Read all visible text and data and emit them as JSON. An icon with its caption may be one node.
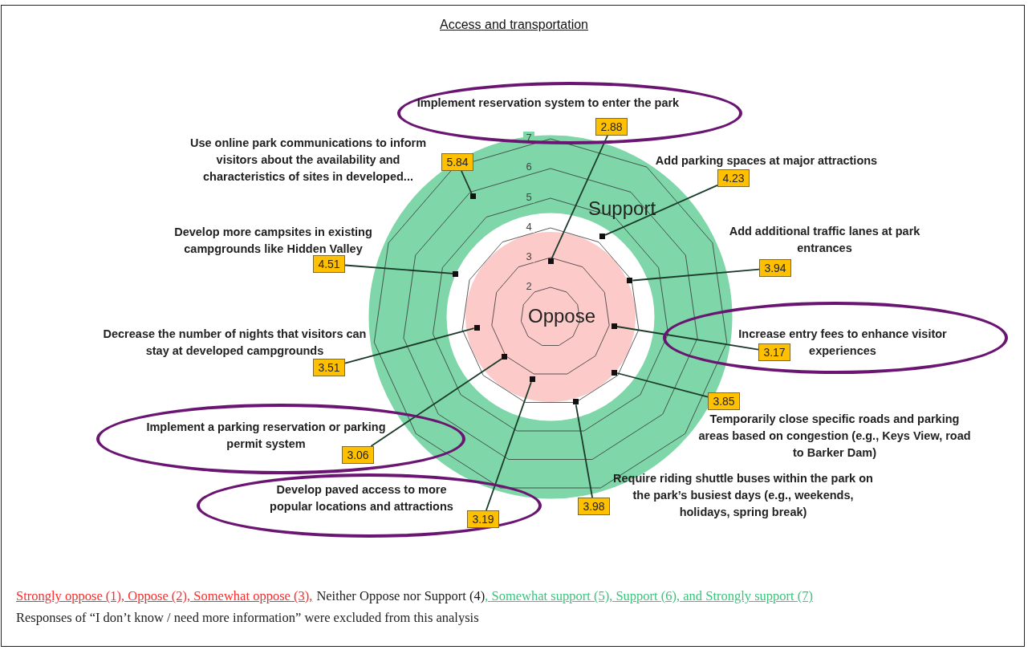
{
  "diagram": {
    "title": "Access and transportation",
    "caption": "Responses of “I don’t know / need more information” were excluded from this analysis",
    "nodes": [
      {
        "text": [],
        "shape": "ellipse"
      },
      {
        "text": [
          "Implement reservation system to enter the park"
        ],
        "in": 0
      },
      {
        "text": [
          "2.88"
        ],
        "in": 0
      },
      {
        "text": [],
        "shape": "box"
      },
      {
        "text": [
          "Add parking spaces at major attractions"
        ]
      },
      {
        "text": [
          "4.23"
        ]
      },
      {
        "text": [],
        "shape": "box"
      },
      {
        "text": [
          "Add additional traffic lanes at park entrances"
        ]
      },
      {
        "text": [
          "3.94"
        ]
      },
      {
        "text": [],
        "shape": "box"
      },
      {
        "text": [],
        "shape": "ellipse"
      },
      {
        "text": [
          "Increase entry fees to enhance visitor experiences"
        ],
        "in": 10
      },
      {
        "text": [
          "3.17"
        ],
        "in": 10
      },
      {
        "text": [],
        "shape": "box"
      },
      {
        "text": [
          "Temporarily close specific roads and parking areas based on congestion (e.g., Keys View, road to Barker Dam)"
        ]
      },
      {
        "text": [
          "3.85"
        ]
      },
      {
        "text": [],
        "shape": "box"
      },
      {
        "text": [
          "Require riding shuttle buses within the park on the park’s busiest days (e.g., weekends, holidays, spring break)"
        ]
      },
      {
        "text": [
          "3.98"
        ]
      },
      {
        "text": [],
        "shape": "box"
      },
      {
        "text": [],
        "shape": "ellipse"
      },
      {
        "text": [
          "Develop paved access to more popular locations and attractions"
        ],
        "in": 20
      },
      {
        "text": [
          "3.19"
        ],
        "in": 20
      },
      {
        "text": [],
        "shape": "box"
      },
      {
        "text": [],
        "shape": "ellipse"
      },
      {
        "text": [
          "Implement a parking reservation or parking permit system"
        ],
        "in": 24
      },
      {
        "text": [
          "3.06"
        ],
        "in": 24
      },
      {
        "text": [],
        "shape": "box"
      },
      {
        "text": [
          "Decrease the number of nights that visitors can stay at developed campgrounds"
        ]
      },
      {
        "text": [
          "3.51"
        ]
      },
      {
        "text": [],
        "shape": "box"
      },
      {
        "text": [
          "Develop more campsites in existing campgrounds like Hidden Valley"
        ]
      },
      {
        "text": [
          "4.51"
        ]
      },
      {
        "text": [],
        "shape": "box"
      },
      {
        "text": [
          "Use online park communications to inform visitors about the availability and characteristics of sites in developed..."
        ]
      },
      {
        "text": [
          "5.84"
        ]
      },
      {
        "text": [],
        "shape": "box"
      }
    ],
    "edges": [
      {
        "from": 2,
        "to": 3,
        "arrow": "none"
      },
      {
        "from": 5,
        "to": 6,
        "arrow": "none"
      },
      {
        "from": 8,
        "to": 9,
        "arrow": "none"
      },
      {
        "from": 12,
        "to": 13,
        "arrow": "none"
      },
      {
        "from": 15,
        "to": 16,
        "arrow": "none"
      },
      {
        "from": 18,
        "to": 19,
        "arrow": "none"
      },
      {
        "from": 22,
        "to": 23,
        "arrow": "none"
      },
      {
        "from": 26,
        "to": 27,
        "arrow": "none"
      },
      {
        "from": 29,
        "to": 30,
        "arrow": "none"
      },
      {
        "from": 32,
        "to": 33,
        "arrow": "none"
      },
      {
        "from": 35,
        "to": 36,
        "arrow": "none"
      }
    ],
    "labels": [
      "7",
      "6",
      "5",
      "Support",
      "4",
      "3",
      "2",
      "Oppose",
      "Strongly oppose (1), Oppose (2), Somewhat oppose (3),",
      "Neither Oppose nor Support (4)",
      ", Somewhat support (5), Support (6), and Strongly support (7)"
    ]
  }
}
